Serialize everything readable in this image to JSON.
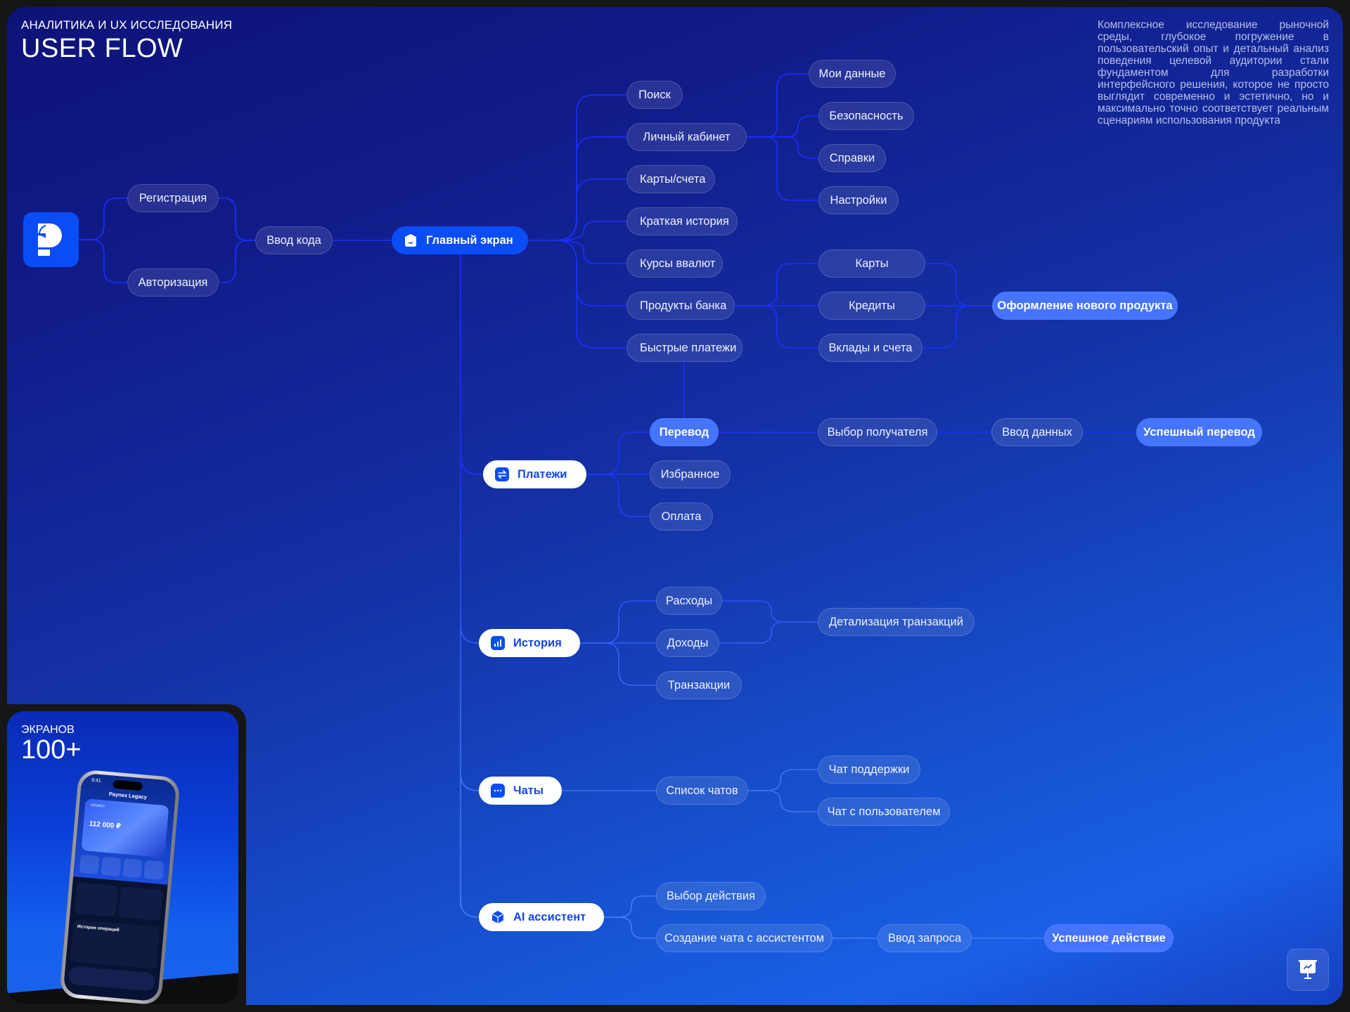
{
  "header": {
    "eyebrow": "АНАЛИТИКА И UX ИССЛЕДОВАНИЯ",
    "title": "USER FLOW"
  },
  "description": "Комплексное исследование рыночной среды, глубокое погружение в пользовательский опыт и детальный анализ поведения целевой аудитории стали фундаментом для разработки интерфейсного решения, которое не просто выглядит современно и эстетично, но и максимально точно соответствует реальным сценариям использования продукта",
  "colors": {
    "background_top": "#0d1378",
    "background_bottom": "#1a5fe6",
    "primary": "#0b4df5",
    "accent_node": "#4574ff",
    "edge_top": "#1a2cff",
    "edge_bottom": "#3f7bf0"
  },
  "flow": {
    "logo_icon": "paynex-logo-icon",
    "auth": {
      "registration": "Регистрация",
      "authorization": "Авторизация",
      "code_entry": "Ввод кода"
    },
    "main_screen": {
      "label": "Главный экран",
      "icon": "home-icon"
    },
    "main_menu": [
      "Поиск",
      "Личный кабинет",
      "Карты/счета",
      "Краткая история",
      "Курсы ввалют",
      "Продукты банка",
      "Быстрые платежи"
    ],
    "personal_account": [
      "Мои данные",
      "Безопасность",
      "Справки",
      "Настройки"
    ],
    "bank_products": [
      "Карты",
      "Кредиты",
      "Вклады и счета"
    ],
    "new_product": "Оформление нового продукта",
    "payments": {
      "label": "Платежи",
      "icon": "transfer-arrows-icon",
      "children": [
        "Перевод",
        "Избранное",
        "Оплата"
      ],
      "transfer_chain": [
        "Выбор получателя",
        "Ввод данных",
        "Успешный перевод"
      ]
    },
    "history": {
      "label": "История",
      "icon": "bar-chart-icon",
      "children": [
        "Расходы",
        "Доходы",
        "Транзакции"
      ],
      "detail": "Детализация транзакций"
    },
    "chats": {
      "label": "Чаты",
      "icon": "chat-bubble-icon",
      "list": "Список чатов",
      "children": [
        "Чат поддержки",
        "Чат с пользователем"
      ]
    },
    "ai": {
      "label": "AI ассистент",
      "icon": "cube-icon",
      "children": [
        "Выбор действия",
        "Создание чата с ассистентом"
      ],
      "chain": [
        "Ввод запроса",
        "Успешное действие"
      ]
    }
  },
  "screens_card": {
    "label": "ЭКРАНОВ",
    "count": "100+",
    "phone": {
      "time": "9:41",
      "title": "Paynex Legacy",
      "card_brand": "LEGACY",
      "balance": "112 000 ₽",
      "history_title": "История операций"
    }
  },
  "presentation_button_icon": "presentation-board-icon"
}
